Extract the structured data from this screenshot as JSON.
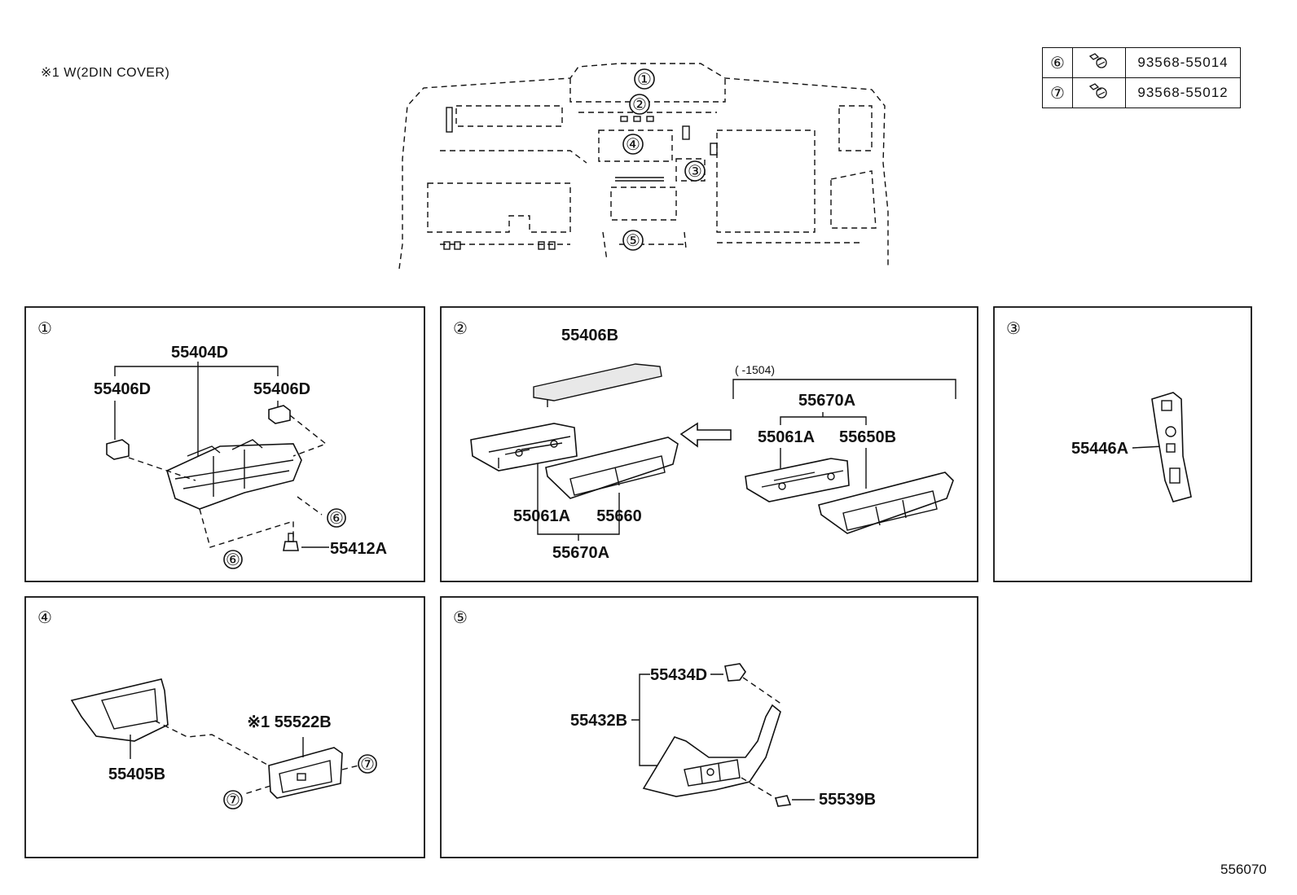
{
  "note": "※1 W(2DIN COVER)",
  "diagram_id": "556070",
  "fasteners": [
    {
      "ref": "⑥",
      "icon": "screw-icon",
      "part_no": "93568-55014"
    },
    {
      "ref": "⑦",
      "icon": "screw-icon",
      "part_no": "93568-55012"
    }
  ],
  "overview": {
    "callouts": [
      "①",
      "②",
      "③",
      "④",
      "⑤"
    ]
  },
  "panels": {
    "p1": {
      "num": "①",
      "labels": {
        "l55404D": "55404D",
        "l55406D_left": "55406D",
        "l55406D_right": "55406D",
        "l55412A": "55412A",
        "c6a": "⑥",
        "c6b": "⑥"
      }
    },
    "p2": {
      "num": "②",
      "labels": {
        "l55406B": "55406B",
        "range": "(      -1504)",
        "l55670A_top": "55670A",
        "l55061A_right": "55061A",
        "l55650B": "55650B",
        "l55061A_left": "55061A",
        "l55660": "55660",
        "l55670A_bottom": "55670A"
      }
    },
    "p3": {
      "num": "③",
      "labels": {
        "l55446A": "55446A"
      }
    },
    "p4": {
      "num": "④",
      "labels": {
        "l55405B": "55405B",
        "l55522B": "※1 55522B",
        "c7a": "⑦",
        "c7b": "⑦"
      }
    },
    "p5": {
      "num": "⑤",
      "labels": {
        "l55434D": "55434D",
        "l55432B": "55432B",
        "l55539B": "55539B"
      }
    }
  }
}
